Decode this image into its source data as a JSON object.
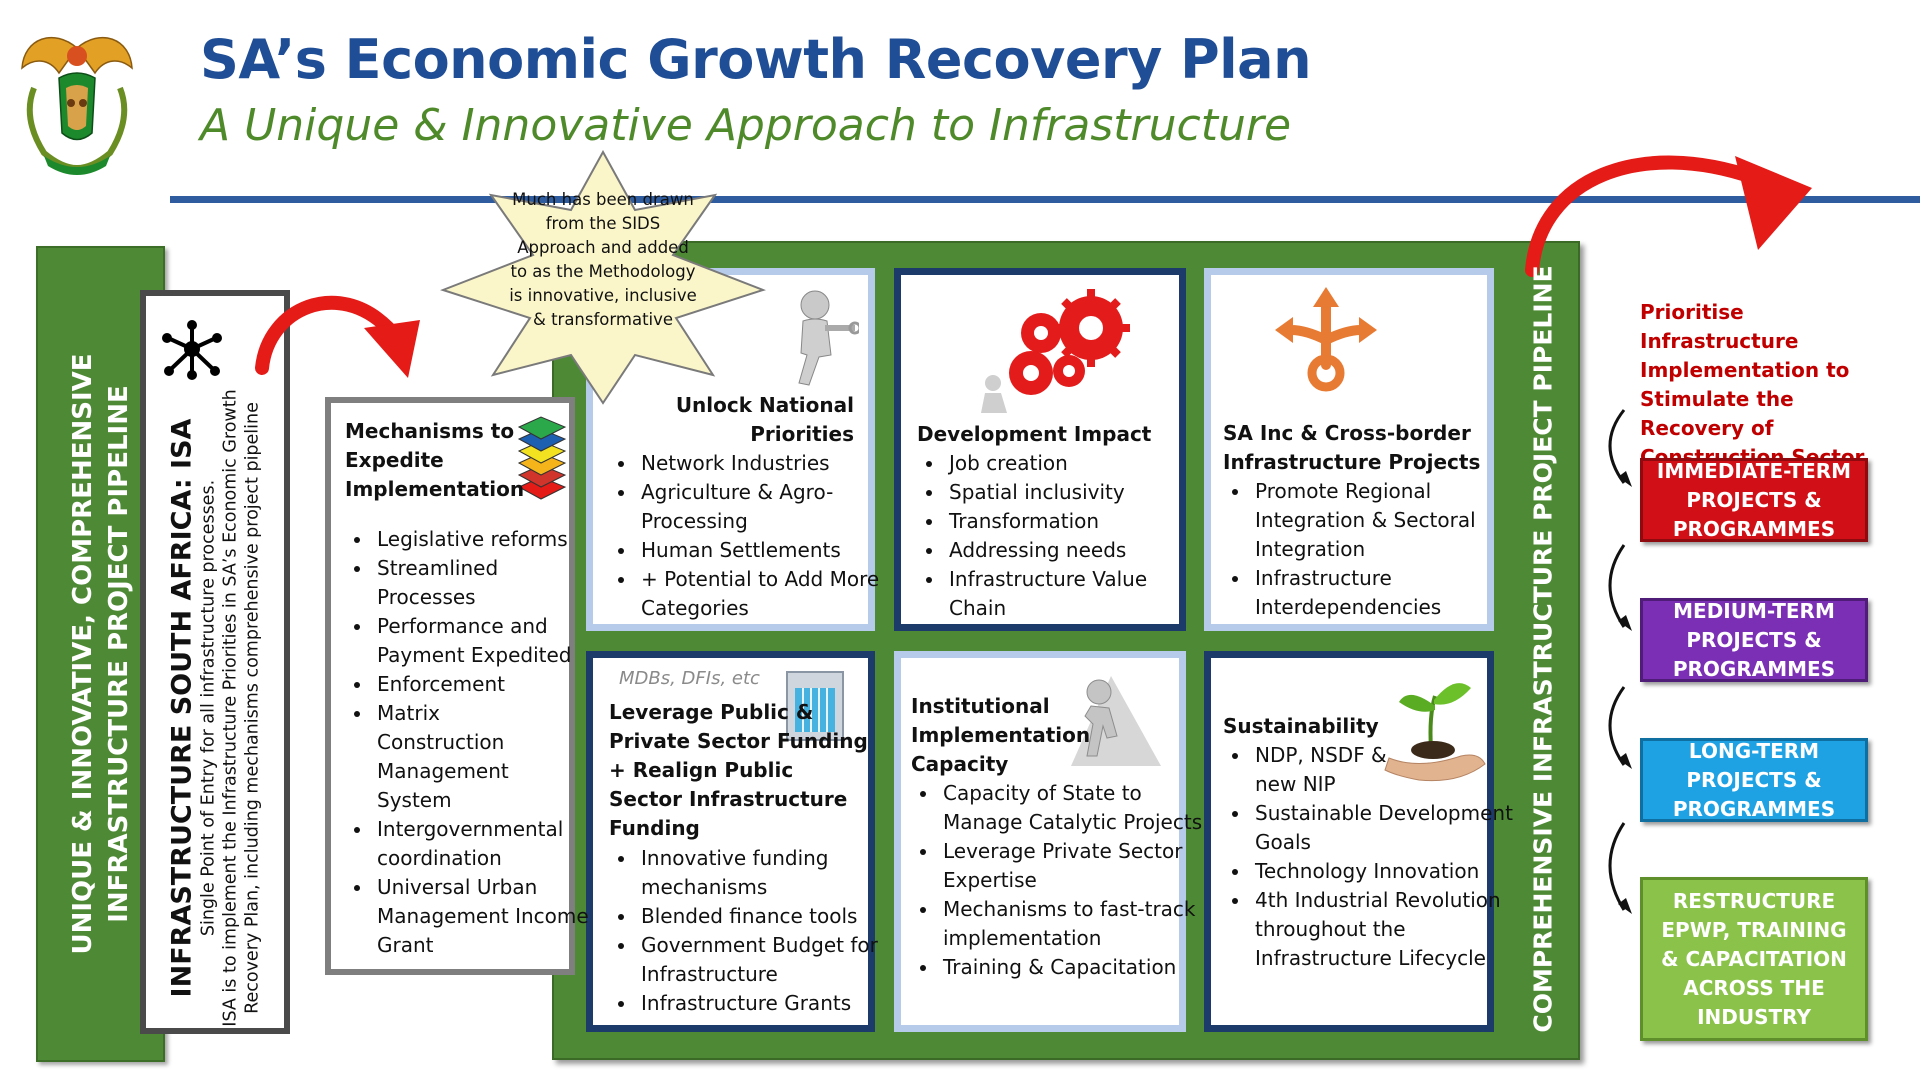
{
  "header": {
    "title": "SA’s Economic Growth Recovery Plan",
    "subtitle": "A Unique & Innovative Approach to Infrastructure"
  },
  "left_band": {
    "label_line1": "UNIQUE & INNOVATIVE, COMPREHENSIVE",
    "label_line2": "INFRASTRUCTURE PROJECT PIPELINE"
  },
  "isa": {
    "title": "INFRASTRUCTURE SOUTH AFRICA: ISA",
    "desc1": "Single Point of Entry for all infrastructure processes.",
    "desc2": "ISA is to implement the Infrastructure Priorities in SA’s Economic Growth",
    "desc3": "Recovery Plan, including mechanisms comprehensive project pipeline"
  },
  "star_note": "Much has been drawn from the SIDS Approach and added to as the Methodology is innovative, inclusive & transformative",
  "mechanisms": {
    "title": "Mechanisms to Expedite Implementation",
    "items": [
      "Legislative reforms",
      "Streamlined Processes",
      "Performance and Payment Expedited",
      "Enforcement",
      "Matrix Construction Management System",
      "Intergovernmental coordination",
      "Universal Urban Management Income Grant"
    ]
  },
  "cards": {
    "unlock": {
      "title": "Unlock National Priorities",
      "items": [
        "Network Industries",
        "Agriculture & Agro-Processing",
        "Human Settlements",
        "+ Potential to Add More Categories"
      ]
    },
    "development": {
      "title": "Development Impact",
      "items": [
        "Job creation",
        "Spatial inclusivity",
        "Transformation",
        "Addressing needs",
        "Infrastructure Value Chain"
      ]
    },
    "sainc": {
      "title": "SA Inc & Cross-border Infrastructure Projects",
      "items": [
        "Promote Regional Integration & Sectoral Integration",
        "Infrastructure Interdependencies"
      ]
    },
    "leverage": {
      "tag": "MDBs, DFIs, etc",
      "title": "Leverage Public & Private Sector Funding + Realign Public Sector Infrastructure Funding",
      "items": [
        "Innovative funding mechanisms",
        "Blended finance tools",
        "Government Budget for Infrastructure",
        "Infrastructure Grants"
      ]
    },
    "institutional": {
      "title": "Institutional Implementation Capacity",
      "items": [
        "Capacity of State to Manage Catalytic Projects",
        "Leverage Private Sector Expertise",
        "Mechanisms to fast-track implementation",
        "Training & Capacitation"
      ]
    },
    "sustainability": {
      "title": "Sustainability",
      "items": [
        "NDP, NSDF & new NIP",
        "Sustainable Development Goals",
        "Technology Innovation",
        "4th Industrial Revolution throughout the Infrastructure Lifecycle"
      ]
    }
  },
  "pipeline_label": "COMPREHENSIVE INFRASTRUCTURE PROJECT PIPELINE",
  "prioritise_text": "Prioritise Infrastructure Implementation to Stimulate the Recovery of Construction Sector",
  "phases": [
    {
      "label": "IMMEDIATE-TERM PROJECTS & PROGRAMMES",
      "color": "#d10f16",
      "border": "#8e0a0f"
    },
    {
      "label": "MEDIUM-TERM PROJECTS & PROGRAMMES",
      "color": "#7b2fb5",
      "border": "#4f1c77"
    },
    {
      "label": "LONG-TERM PROJECTS & PROGRAMMES",
      "color": "#1ea2e4",
      "border": "#0f6fa0"
    },
    {
      "label": "RESTRUCTURE EPWP, TRAINING & CAPACITATION ACROSS THE INDUSTRY",
      "color": "#8bc34a",
      "border": "#5e8f2a"
    }
  ],
  "colors": {
    "title_blue": "#1f4e96",
    "subtitle_green": "#4f8a2a",
    "frame_green": "#4e8a35",
    "accent_red": "#c00000"
  }
}
